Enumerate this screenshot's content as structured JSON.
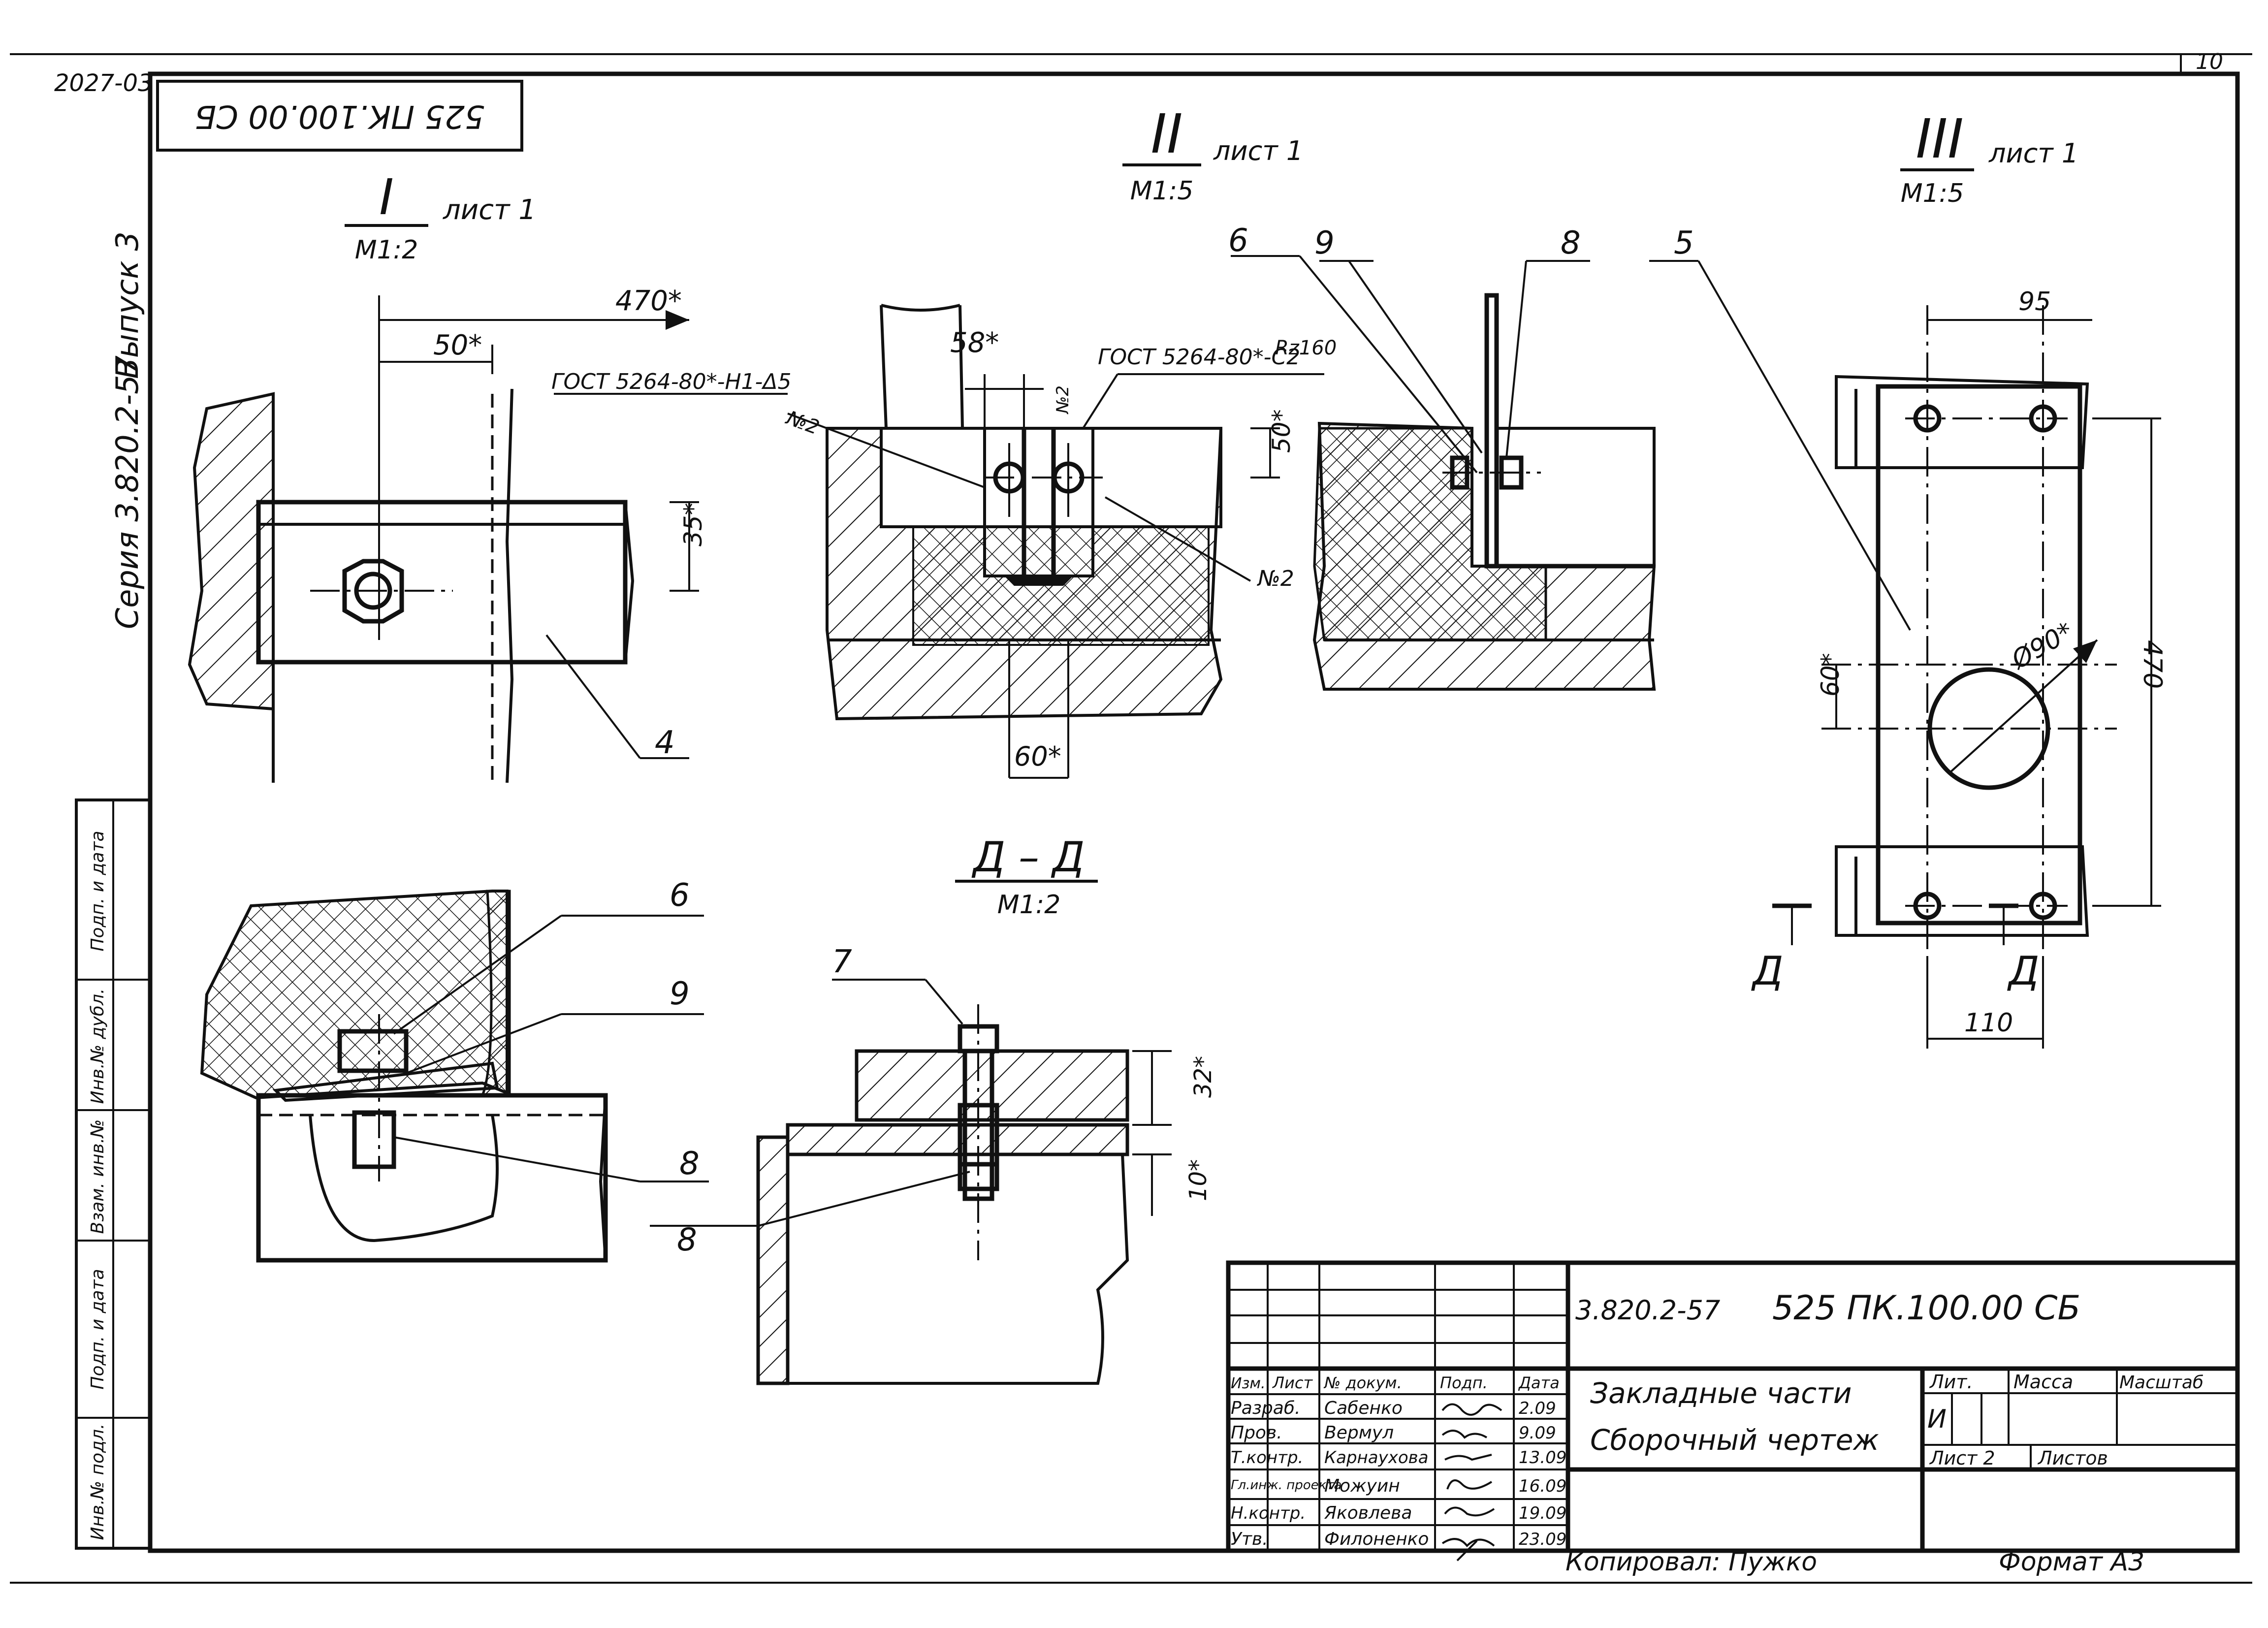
{
  "sheet": {
    "corner_code": "2027-03",
    "page_top_number": "10",
    "mirrored_code": "525 ПК.100.00 СБ",
    "series_label": "Серия 3.820.2-57",
    "issue_label": "Выпуск 3"
  },
  "side_stamp": [
    "Инв.№ подл.",
    "Подп. и дата",
    "Взам. инв.№",
    "Инв.№ дубл.",
    "Подп. и дата"
  ],
  "views": {
    "I": {
      "numeral": "I",
      "sheet_ref": "лист 1",
      "scale": "М1:2"
    },
    "II": {
      "numeral": "II",
      "sheet_ref": "лист 1",
      "scale": "М1:5"
    },
    "III": {
      "numeral": "III",
      "sheet_ref": "лист 1",
      "scale": "М1:5"
    },
    "section": {
      "title": "Д – Д",
      "scale": "М1:2",
      "cut_letter": "Д"
    }
  },
  "dimensions": {
    "d470_star": "470*",
    "d50_star": "50*",
    "d35_star": "35*",
    "d58_star": "58*",
    "d50_star_b": "50*",
    "d60_star": "60*",
    "d95": "95",
    "d470": "470",
    "d60_star_b": "60*",
    "dphi90": "Ø90*",
    "d110": "110",
    "d32_star": "32*",
    "d10_star": "10*"
  },
  "weld_notes": {
    "gost_left": "ГОСТ 5264-80*-Н1-Δ5",
    "gost_right": "ГОСТ 5264-80*-С2",
    "roughness": "Rz160",
    "n2_a": "№2",
    "n2_b": "№2",
    "n2_c": "№2"
  },
  "leaders": {
    "p4": "4",
    "p5": "5",
    "p6a": "6",
    "p9a": "9",
    "p8a": "8",
    "p6b": "6",
    "p9b": "9",
    "p8b": "8",
    "p7": "7",
    "p8c": "8"
  },
  "title_block": {
    "series": "3.820.2-57",
    "code": "525 ПК.100.00 СБ",
    "name_line1": "Закладные части",
    "name_line2": "Сборочный чертеж",
    "headers": {
      "izm": "Изм.",
      "list": "Лист",
      "doc": "№ докум.",
      "sign": "Подп.",
      "date": "Дата"
    },
    "rows": [
      {
        "role": "Разраб.",
        "name": "Сабенко",
        "date": "2.09"
      },
      {
        "role": "Пров.",
        "name": "Вермул",
        "date": "9.09"
      },
      {
        "role": "Т.контр.",
        "name": "Карнаухова",
        "date": "13.09"
      },
      {
        "role": "Гл.инж. проекта",
        "name": "Можуин",
        "date": "16.09"
      },
      {
        "role": "Н.контр.",
        "name": "Яковлева",
        "date": "19.09"
      },
      {
        "role": "Утв.",
        "name": "Филоненко",
        "date": "23.09"
      }
    ],
    "lit_label": "Лит.",
    "mass_label": "Масса",
    "scale_label": "Масштаб",
    "lit_value": "И",
    "sheet_label": "Лист 2",
    "sheets_label": "Листов"
  },
  "footer": {
    "copied": "Копировал: Пужко",
    "format": "Формат А3"
  }
}
